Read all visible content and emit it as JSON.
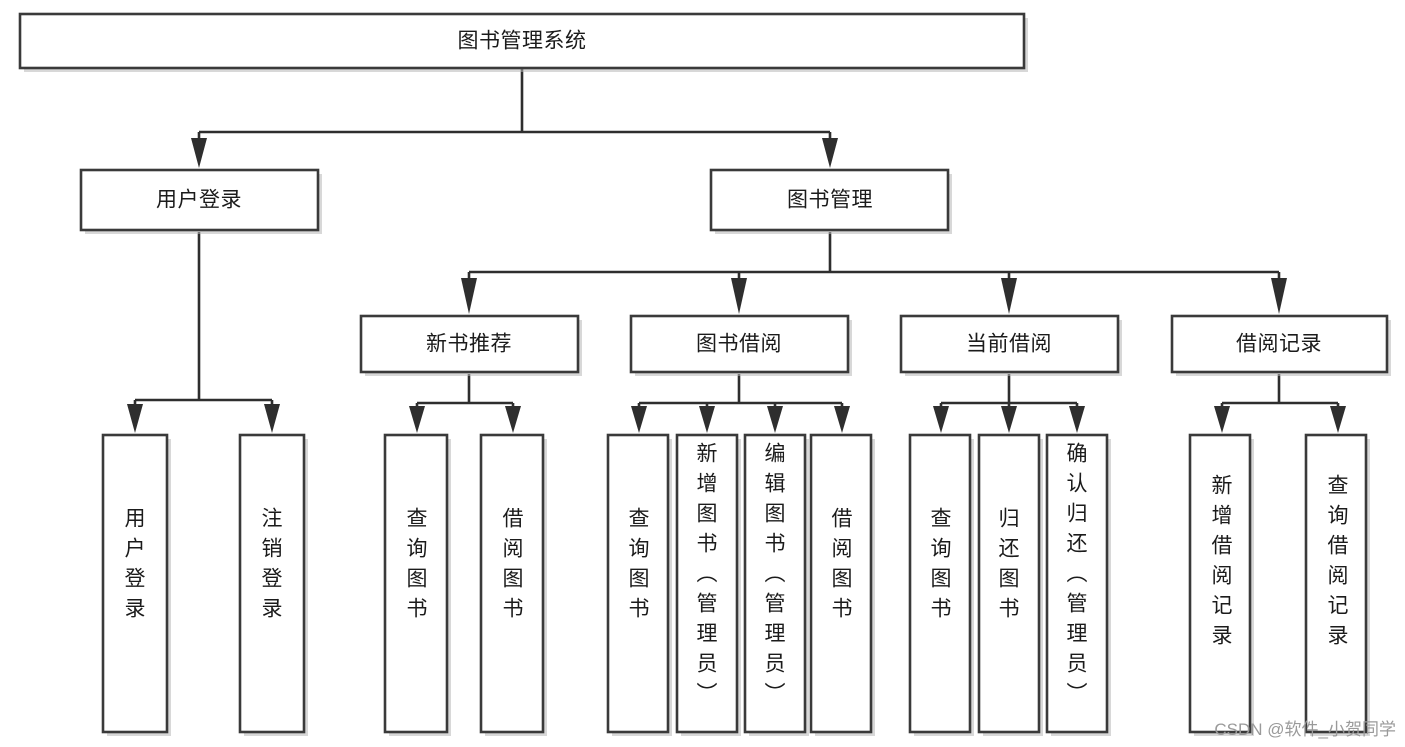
{
  "diagram": {
    "type": "tree-hierarchy",
    "title": "图书管理系统",
    "orientation": "top-down",
    "nodes": {
      "root": {
        "id": "root",
        "label": "图书管理系统",
        "text_orientation": "horizontal",
        "level": 0
      },
      "user_login": {
        "id": "user_login",
        "label": "用户登录",
        "text_orientation": "horizontal",
        "level": 1
      },
      "book_manage": {
        "id": "book_manage",
        "label": "图书管理",
        "text_orientation": "horizontal",
        "level": 1
      },
      "new_book_rec": {
        "id": "new_book_rec",
        "label": "新书推荐",
        "text_orientation": "horizontal",
        "level": 2
      },
      "book_borrow": {
        "id": "book_borrow",
        "label": "图书借阅",
        "text_orientation": "horizontal",
        "level": 2
      },
      "current_borrow": {
        "id": "current_borrow",
        "label": "当前借阅",
        "text_orientation": "horizontal",
        "level": 2
      },
      "borrow_record": {
        "id": "borrow_record",
        "label": "借阅记录",
        "text_orientation": "horizontal",
        "level": 2
      },
      "leaf_user_login": {
        "id": "leaf_user_login",
        "label": "用户登录",
        "text_orientation": "vertical",
        "level": 2
      },
      "leaf_user_logout": {
        "id": "leaf_user_logout",
        "label": "注销登录",
        "text_orientation": "vertical",
        "level": 2
      },
      "leaf_query_book_a": {
        "id": "leaf_query_book_a",
        "label": "查询图书",
        "text_orientation": "vertical",
        "level": 3
      },
      "leaf_borrow_book_a": {
        "id": "leaf_borrow_book_a",
        "label": "借阅图书",
        "text_orientation": "vertical",
        "level": 3
      },
      "leaf_query_book_b": {
        "id": "leaf_query_book_b",
        "label": "查询图书",
        "text_orientation": "vertical",
        "level": 3
      },
      "leaf_add_book": {
        "id": "leaf_add_book",
        "label": "新增图书（管理员）",
        "text_orientation": "vertical",
        "level": 3
      },
      "leaf_edit_book": {
        "id": "leaf_edit_book",
        "label": "编辑图书（管理员）",
        "text_orientation": "vertical",
        "level": 3
      },
      "leaf_borrow_book_b": {
        "id": "leaf_borrow_book_b",
        "label": "借阅图书",
        "text_orientation": "vertical",
        "level": 3
      },
      "leaf_query_book_c": {
        "id": "leaf_query_book_c",
        "label": "查询图书",
        "text_orientation": "vertical",
        "level": 3
      },
      "leaf_return_book": {
        "id": "leaf_return_book",
        "label": "归还图书",
        "text_orientation": "vertical",
        "level": 3
      },
      "leaf_confirm_return": {
        "id": "leaf_confirm_return",
        "label": "确认归还（管理员）",
        "text_orientation": "vertical",
        "level": 3
      },
      "leaf_add_record": {
        "id": "leaf_add_record",
        "label": "新增借阅记录",
        "text_orientation": "vertical",
        "level": 3
      },
      "leaf_query_record": {
        "id": "leaf_query_record",
        "label": "查询借阅记录",
        "text_orientation": "vertical",
        "level": 3
      }
    },
    "edges": [
      {
        "from": "root",
        "to": "user_login"
      },
      {
        "from": "root",
        "to": "book_manage"
      },
      {
        "from": "user_login",
        "to": "leaf_user_login"
      },
      {
        "from": "user_login",
        "to": "leaf_user_logout"
      },
      {
        "from": "book_manage",
        "to": "new_book_rec"
      },
      {
        "from": "book_manage",
        "to": "book_borrow"
      },
      {
        "from": "book_manage",
        "to": "current_borrow"
      },
      {
        "from": "book_manage",
        "to": "borrow_record"
      },
      {
        "from": "new_book_rec",
        "to": "leaf_query_book_a"
      },
      {
        "from": "new_book_rec",
        "to": "leaf_borrow_book_a"
      },
      {
        "from": "book_borrow",
        "to": "leaf_query_book_b"
      },
      {
        "from": "book_borrow",
        "to": "leaf_add_book"
      },
      {
        "from": "book_borrow",
        "to": "leaf_edit_book"
      },
      {
        "from": "book_borrow",
        "to": "leaf_borrow_book_b"
      },
      {
        "from": "current_borrow",
        "to": "leaf_query_book_c"
      },
      {
        "from": "current_borrow",
        "to": "leaf_return_book"
      },
      {
        "from": "current_borrow",
        "to": "leaf_confirm_return"
      },
      {
        "from": "borrow_record",
        "to": "leaf_add_record"
      },
      {
        "from": "borrow_record",
        "to": "leaf_query_record"
      }
    ],
    "colors": {
      "box_fill": "#ffffff",
      "box_stroke": "#3a3a3a",
      "connector": "#2e2e2e",
      "text": "#1b1b1b",
      "background": "#ffffff",
      "watermark": "#9a9a9a"
    }
  },
  "watermark": {
    "text": "CSDN @软件_小贺同学"
  }
}
